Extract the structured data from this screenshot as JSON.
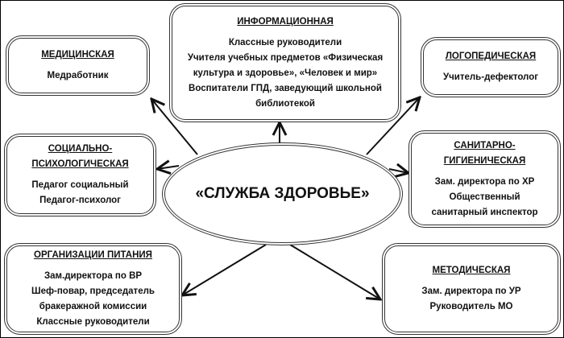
{
  "center": "«СЛУЖБА ЗДОРОВЬЕ»",
  "boxes": {
    "medical": {
      "title": "МЕДИЦИНСКАЯ",
      "lines": [
        "Медработник"
      ]
    },
    "informational": {
      "title": "ИНФОРМАЦИОННАЯ",
      "lines": [
        "Классные руководители",
        "Учителя учебных предметов «Физическая",
        "культура и здоровье», «Человек и мир»",
        "Воспитатели ГПД, заведующий школьной",
        "библиотекой"
      ]
    },
    "speech": {
      "title": "ЛОГОПЕДИЧЕСКАЯ",
      "lines": [
        "Учитель-дефектолог"
      ]
    },
    "social": {
      "title1": "СОЦИАЛЬНО-",
      "title2": "ПСИХОЛОГИЧЕСКАЯ",
      "lines": [
        "Педагог социальный",
        "Педагог-психолог"
      ]
    },
    "sanitary": {
      "title1": "САНИТАРНО-",
      "title2": "ГИГИЕНИЧЕСКАЯ",
      "lines": [
        "Зам. директора по ХР",
        "Общественный",
        "санитарный инспектор"
      ]
    },
    "nutrition": {
      "title": "ОРГАНИЗАЦИИ ПИТАНИЯ",
      "lines": [
        "Зам.директора по ВР",
        "Шеф-повар, председатель",
        "бракеражной комиссии",
        "Классные руководители"
      ]
    },
    "methodical": {
      "title": "МЕТОДИЧЕСКАЯ",
      "lines": [
        "Зам. директора по УР",
        "Руководитель МО"
      ]
    }
  }
}
